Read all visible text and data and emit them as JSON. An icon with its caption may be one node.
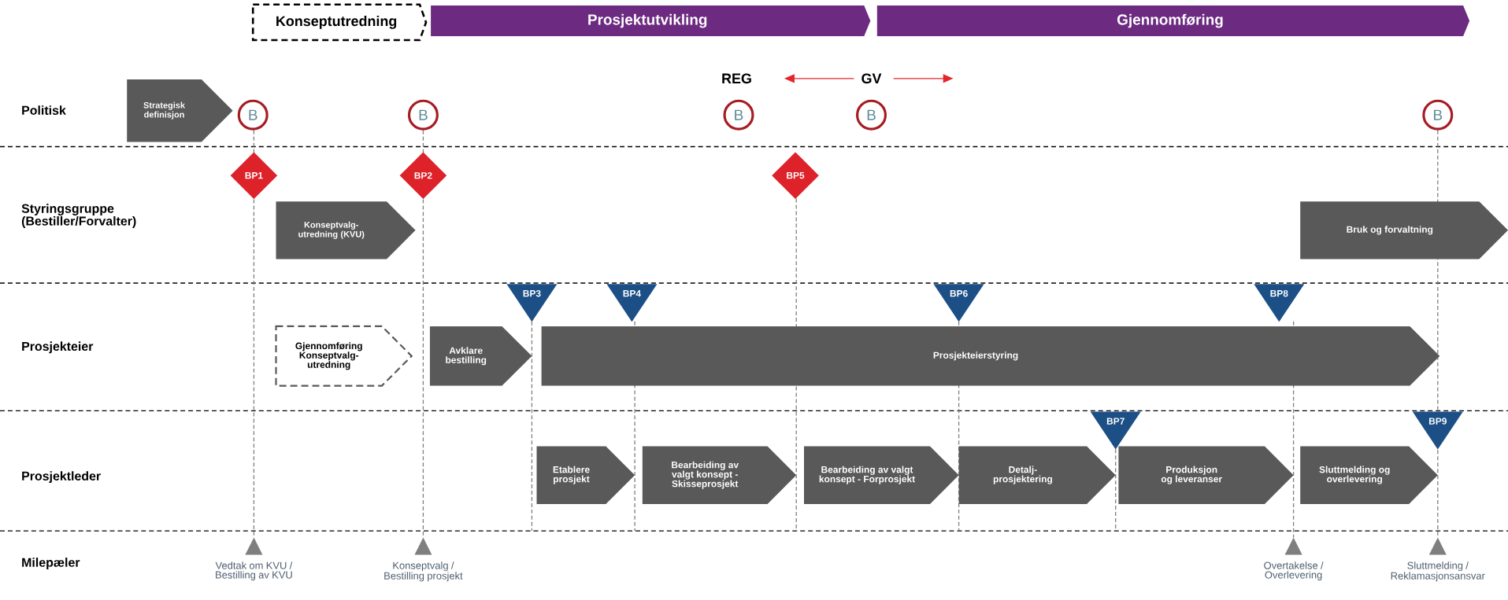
{
  "diagram": {
    "nodes": [
      {
        "text": [
          "Konseptutredning"
        ]
      },
      {
        "text": [
          "Prosjektutvikling"
        ]
      },
      {
        "text": [
          "Gjennomføring"
        ]
      },
      {
        "text": [
          "REG"
        ]
      },
      {
        "text": [
          "GV"
        ]
      },
      {
        "text": [
          "Strategisk definisjon"
        ]
      },
      {
        "text": [
          "B"
        ]
      },
      {
        "text": [
          "B"
        ]
      },
      {
        "text": [
          "B"
        ]
      },
      {
        "text": [
          "B"
        ]
      },
      {
        "text": [
          "B"
        ]
      },
      {
        "text": [
          "BP1"
        ]
      },
      {
        "text": [
          "BP2"
        ]
      },
      {
        "text": [
          "BP5"
        ]
      },
      {
        "text": [
          "Konseptvalg-utredning (KVU)"
        ]
      },
      {
        "text": [
          "Bruk og forvaltning"
        ]
      },
      {
        "text": [
          "BP3"
        ]
      },
      {
        "text": [
          "BP4"
        ]
      },
      {
        "text": [
          "BP6"
        ]
      },
      {
        "text": [
          "BP8"
        ]
      },
      {
        "text": [
          "Gjennomføring Konseptvalg-utredning"
        ]
      },
      {
        "text": [
          "Avklare bestilling"
        ]
      },
      {
        "text": [
          "Prosjekteierstyring"
        ]
      },
      {
        "text": [
          "BP7"
        ]
      },
      {
        "text": [
          "BP9"
        ]
      },
      {
        "text": [
          "Etablere prosjekt"
        ]
      },
      {
        "text": [
          "Bearbeiding av valgt konsept - Skisseprosjekt"
        ]
      },
      {
        "text": [
          "Bearbeiding av valgt konsept - Forprosjekt"
        ]
      },
      {
        "text": [
          "Detalj-prosjektering"
        ]
      },
      {
        "text": [
          "Produksjon og leveranser"
        ]
      },
      {
        "text": [
          "Sluttmelding og overlevering"
        ]
      }
    ],
    "edges": [
      {
        "from": 4,
        "to": 3,
        "arrow": "to",
        "color": "#e3262b"
      },
      {
        "from": 4,
        "to": null,
        "arrow": "to",
        "color": "#e3262b"
      }
    ],
    "labels": [
      "Politisk",
      "Styringsgruppe (Bestiller/Forvalter)",
      "Prosjekteier",
      "Prosjektleder",
      "Milepæler",
      "Vedtak om KVU / Bestilling av KVU",
      "Konseptvalg / Bestilling prosjekt",
      "Overtakelse / Overlevering",
      "Sluttmelding / Reklamasjonsansvar"
    ]
  }
}
